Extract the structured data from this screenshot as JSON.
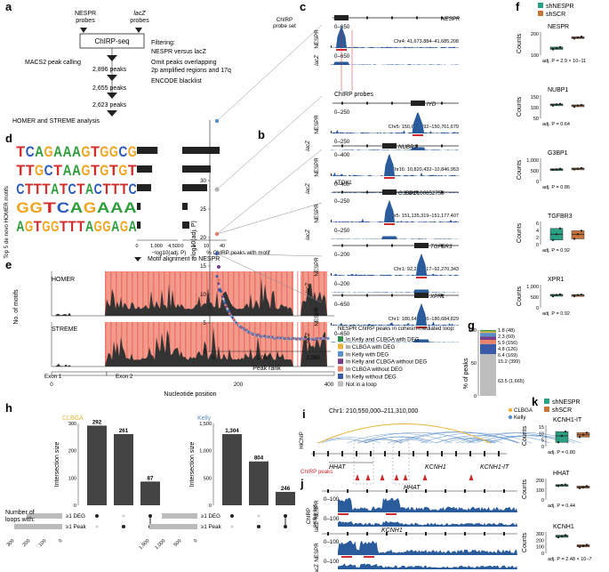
{
  "colors": {
    "nespr": "#2aa084",
    "shscr": "#c8743b",
    "track": "#2a5b9b",
    "motif": "#ee7a66",
    "bar": "#444444",
    "accent_red": "#d0282c",
    "clbga": "#e8b43a",
    "kelly": "#5a8fc8"
  },
  "panel_a": {
    "label": "a",
    "probe_left": "NESPR\nprobes",
    "probe_right_italic": "lacZ",
    "probe_right": "probes",
    "box": "ChIRP-seq",
    "macs2": "MACS2 peak calling",
    "filtering_title": "Filtering:",
    "filtering": [
      "NESPR versus lacZ",
      "Omit peaks overlapping",
      "2p amplified regions and 17q",
      "ENCODE blacklist"
    ],
    "counts": [
      "2,896 peaks",
      "2,655 peaks",
      "2,623 peaks"
    ],
    "homer_streme": "HOMER and STREME analysis"
  },
  "panel_d": {
    "label": "d",
    "ylabel": "Top 5 de novo HOMER motifs",
    "motifs": [
      "TCAGAAAGTGGCG",
      "TTGCTAAGTGTGT",
      "CTTTATCTACTTTC",
      "GGTCAGAAA",
      "AGTGGTTTAGGAGA"
    ],
    "xlabel1": "−log10(adj. P)",
    "xlabel2": "% ChIRP peaks with motif",
    "ticks1": [
      "0",
      "1,000",
      "4,500"
    ],
    "ticks2": [
      "0",
      "5",
      "10",
      "40"
    ],
    "neglog": [
      830,
      610,
      570,
      150,
      150
    ],
    "pct": [
      42,
      32,
      28,
      6,
      8
    ]
  },
  "panel_e": {
    "label": "e",
    "title": "Motif alignment to NESPR",
    "ylabel": "No. of motifs",
    "rows": [
      "HOMER",
      "STREME"
    ],
    "xticks": [
      "0",
      "200",
      "400"
    ],
    "xlabel": "Nucleotide position",
    "exons": [
      "Exon 1",
      "Exon 2"
    ]
  },
  "panel_b": {
    "label": "b",
    "xlabel": "Peak rank",
    "ylabel": "−log10(adj. P)",
    "yticks": [
      "0",
      "5",
      "10",
      "15",
      "20",
      "25",
      "30"
    ],
    "xticks": [
      "0",
      "1,000",
      "2,000"
    ]
  },
  "panel_c": {
    "label": "c",
    "probe_title": "ChIRP\nprobe set",
    "probes_label": "ChIRP probes",
    "tracks": [
      {
        "gene": "NESPR",
        "coords": "Chr4: 41,673,884–41,685,208",
        "scale": "0–650",
        "probe": "NESPR"
      },
      {
        "gene": "IYD",
        "coords": "Chr5: 150,613,792–150,761,679",
        "scale": "0–250",
        "probe": "NESPR"
      },
      {
        "gene": "NUBP1",
        "coords": "Chr16: 10,820,432–10,846,953",
        "scale": "0–400",
        "probe": "NESPR"
      },
      {
        "gene": "G3BP1",
        "coords": "Chr5: 151,135,319–151,177,407",
        "scale": "0–250",
        "probe": "NESPR",
        "extra": [
          "ATOX1",
          "LOC100652758"
        ]
      },
      {
        "gene": "TGFBR3",
        "coords": "Chr1: 92,243,417–92,270,343",
        "scale": "0–200",
        "probe": "NESPR"
      },
      {
        "gene": "XPR1",
        "coords": "Chr1: 180,640,976–180,684,829",
        "scale": "0–650",
        "probe": "NESPR"
      }
    ],
    "lacz": "lacZ",
    "legend_title": "NESPR ChIRP peaks in cohesin-mediated loop:",
    "legend": [
      {
        "label": "In Kelly and CLBGA with DEG",
        "color": "#2f8f4e"
      },
      {
        "label": "In CLBGA with DEG",
        "color": "#e8b43a"
      },
      {
        "label": "In Kelly with DEG",
        "color": "#5a8fc8"
      },
      {
        "label": "In Kelly and CLBGA without DEG",
        "color": "#7a3d8a"
      },
      {
        "label": "In CLBGA without DEG",
        "color": "#e8826a"
      },
      {
        "label": "In Kelly without DEG",
        "color": "#3b5ba8"
      },
      {
        "label": "Not in a loop",
        "color": "#bdbdbd"
      }
    ]
  },
  "panel_g": {
    "label": "g",
    "ylabel": "% of peaks",
    "yticks": [
      "0",
      "50",
      "100"
    ],
    "segments": [
      {
        "label": "63.5 (1,665)",
        "value": 63.5,
        "color": "#bdbdbd"
      },
      {
        "label": "15.2 (399)",
        "value": 15.2,
        "color": "#3b5ba8"
      },
      {
        "label": "6.4 (169)",
        "value": 6.4,
        "color": "#e8826a"
      },
      {
        "label": "4.8 (126)",
        "value": 4.8,
        "color": "#7a3d8a"
      },
      {
        "label": "5.9 (156)",
        "value": 5.9,
        "color": "#5a8fc8"
      },
      {
        "label": "2.3 (60)",
        "value": 2.3,
        "color": "#e8b43a"
      },
      {
        "label": "1.8 (48)",
        "value": 1.8,
        "color": "#2f8f4e"
      }
    ]
  },
  "panel_f": {
    "label": "f",
    "legend": [
      "shNESPR",
      "shSCR"
    ],
    "plots": [
      {
        "gene": "NESPR",
        "pval": "adj. P = 2.9 × 10−11",
        "yticks": [
          "100",
          "200"
        ],
        "a": [
          0.25,
          0.3,
          0.35
        ],
        "b": [
          0.72,
          0.75,
          0.8
        ]
      },
      {
        "gene": "NUBP1",
        "pval": "adj. P = 0.64",
        "yticks": [
          "50",
          "100",
          "150"
        ],
        "a": [
          0.55,
          0.6,
          0.62
        ],
        "b": [
          0.5,
          0.55,
          0.58
        ]
      },
      {
        "gene": "G3BP1",
        "pval": "adj. P = 0.86",
        "yticks": [
          "0",
          "500",
          "1,000"
        ],
        "a": [
          0.5,
          0.52,
          0.55
        ],
        "b": [
          0.52,
          0.55,
          0.58
        ]
      },
      {
        "gene": "TGFBR3",
        "pval": "adj. P = 0.92",
        "yticks": [
          "0",
          "2",
          "4",
          "6"
        ],
        "a": [
          0.2,
          0.45,
          0.7
        ],
        "b": [
          0.25,
          0.45,
          0.6
        ]
      },
      {
        "gene": "XPR1",
        "pval": "adj. P = 0.92",
        "yticks": [
          "0",
          "500",
          "1,000"
        ],
        "a": [
          0.5,
          0.55,
          0.58
        ],
        "b": [
          0.5,
          0.55,
          0.57
        ]
      }
    ],
    "ylabel": "Counts"
  },
  "panel_h": {
    "label": "h",
    "cell_lines": [
      "CLBGA",
      "Kelly"
    ],
    "ylabel": "Intersection size",
    "left": {
      "values": [
        292,
        261,
        87
      ],
      "labels": [
        "292",
        "261",
        "87"
      ],
      "ytick": [
        "0",
        "100",
        "200",
        "300"
      ]
    },
    "right": {
      "values": [
        1304,
        804,
        246
      ],
      "labels": [
        "1,304",
        "804",
        "246"
      ],
      "ytick": [
        "0",
        "500",
        "1,000",
        "1,500"
      ]
    },
    "rows": [
      "≥1 DEG",
      "≥1 Peak"
    ],
    "setlabel": "Number of\nloops with:",
    "bottom_ticks_left": [
      "300",
      "200",
      "100",
      "0"
    ],
    "bottom_ticks_right": [
      "1,500",
      "1,000",
      "500",
      "0"
    ]
  },
  "panel_i": {
    "label": "i",
    "coords": "Chr1: 210,550,000–211,310,000",
    "hichip": "HiChIP",
    "legend": [
      "CLBGA",
      "Kelly"
    ],
    "genes": [
      "HHAT",
      "KCNH1",
      "KCNH1-IT"
    ],
    "peaks_label": "ChIRP peaks"
  },
  "panel_j": {
    "label": "j",
    "title": "ChIRP\nprobe set",
    "genes": [
      "HHAT",
      "KCNH1"
    ],
    "scale": "0–100",
    "lacz": "lacZ",
    "nespr": "NESPR"
  },
  "panel_k": {
    "label": "k",
    "legend": [
      "shNESPR",
      "shSCR"
    ],
    "ylabel": "Counts",
    "plots": [
      {
        "gene": "KCNH1-IT",
        "pval": "adj. P = 0.80",
        "yticks": [
          "0",
          "5",
          "10",
          "15"
        ],
        "a": [
          0.2,
          0.5,
          0.7
        ],
        "b": [
          0.45,
          0.55,
          0.65
        ]
      },
      {
        "gene": "HHAT",
        "pval": "adj. P = 0.44",
        "yticks": [
          "0",
          "100",
          "200"
        ],
        "a": [
          0.65,
          0.7,
          0.72
        ],
        "b": [
          0.55,
          0.6,
          0.65
        ]
      },
      {
        "gene": "KCNH1",
        "pval": "adj. P = 2.48 × 10−7",
        "yticks": [
          "0",
          "100",
          "200",
          "300"
        ],
        "a": [
          0.75,
          0.8,
          0.85
        ],
        "b": [
          0.3,
          0.35,
          0.4
        ]
      }
    ]
  }
}
